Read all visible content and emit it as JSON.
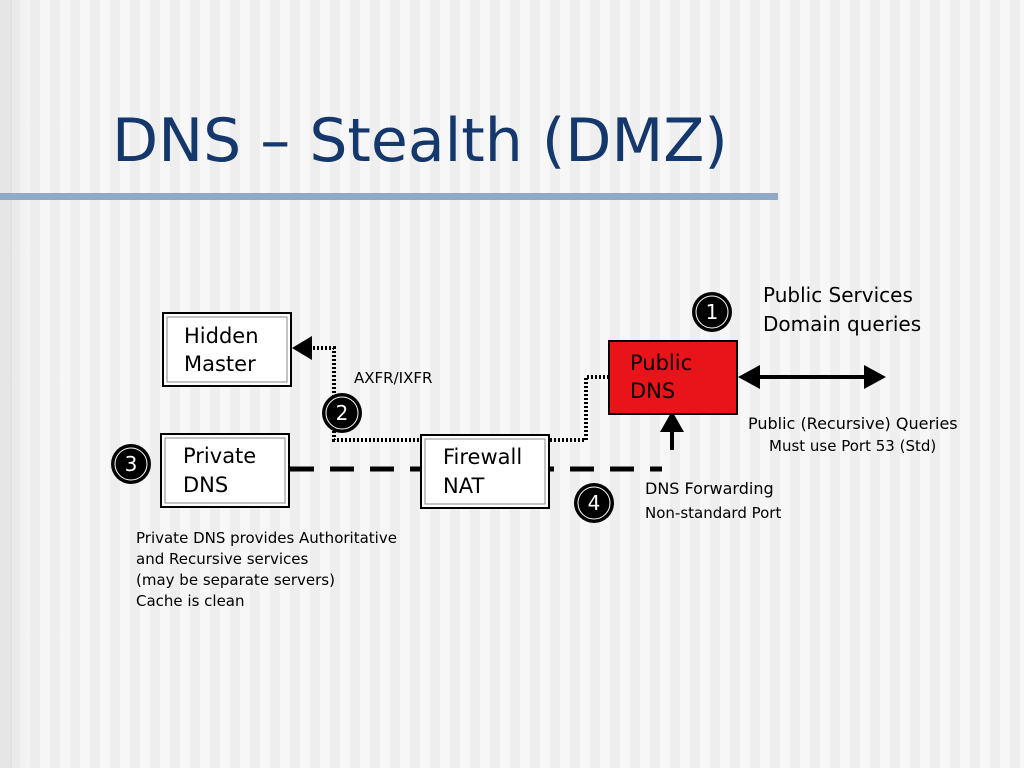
{
  "slide": {
    "title": "DNS – Stealth (DMZ)"
  },
  "nodes": {
    "hidden_master": {
      "line1": "Hidden",
      "line2": "Master"
    },
    "private_dns": {
      "line1": "Private",
      "line2": "DNS"
    },
    "firewall": {
      "line1": "Firewall",
      "line2": "NAT"
    },
    "public_dns": {
      "line1": "Public",
      "line2": "DNS"
    }
  },
  "badges": {
    "b1": "1",
    "b2": "2",
    "b3": "3",
    "b4": "4"
  },
  "labels": {
    "axfr": "AXFR/IXFR",
    "public_services_line1": "Public Services",
    "public_services_line2": "Domain queries",
    "public_recursive_line1": "Public (Recursive) Queries",
    "public_recursive_line2": "Must use Port 53 (Std)",
    "dns_forwarding_line1": "DNS Forwarding",
    "dns_forwarding_line2": "Non-standard Port"
  },
  "notes": {
    "private_dns_note": [
      "Private DNS provides Authoritative",
      "and Recursive services",
      "(may be separate servers)",
      "Cache is clean"
    ]
  },
  "colors": {
    "title": "#14386b",
    "rule": "#8fa9c7",
    "public_dns_fill": "#e8141a",
    "box_fill": "#ffffff",
    "ink": "#000000"
  }
}
